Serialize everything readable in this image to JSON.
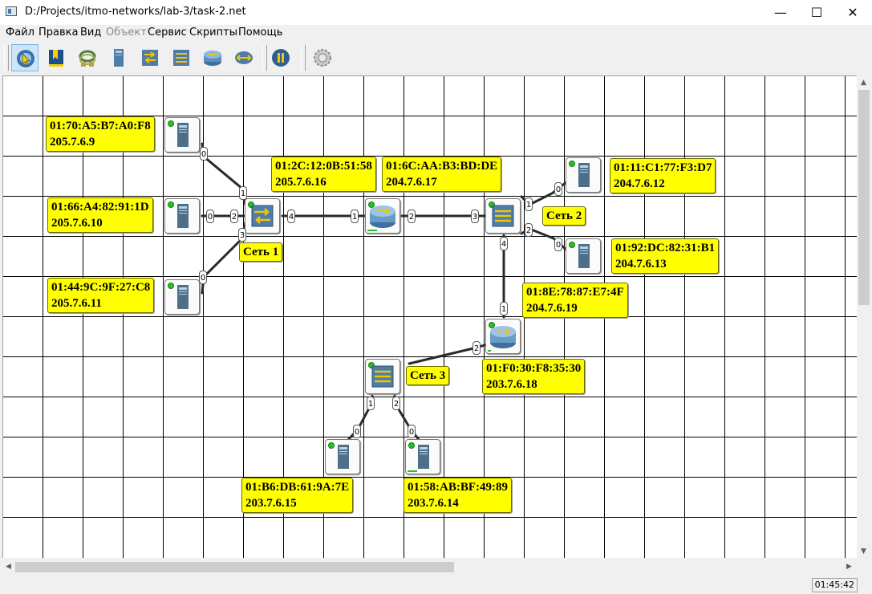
{
  "window": {
    "title": "D:/Projects/itmo-networks/lab-3/task-2.net",
    "minimize": "—",
    "maximize": "☐",
    "close": "✕"
  },
  "menu": [
    "Файл",
    "Правка",
    "Вид",
    "Объект",
    "Сервис",
    "Скрипты",
    "Помощь"
  ],
  "toolbar": {
    "tools": [
      {
        "name": "select-tool",
        "icon": "pointer-icon"
      },
      {
        "name": "note-tool",
        "icon": "bookmark-icon"
      },
      {
        "name": "cable-tool",
        "icon": "cable-icon"
      },
      {
        "name": "computer-tool",
        "icon": "computer-icon"
      },
      {
        "name": "switch-tool",
        "icon": "switch-icon"
      },
      {
        "name": "hub-tool",
        "icon": "hub-icon"
      },
      {
        "name": "router-tool",
        "icon": "router-icon"
      },
      {
        "name": "bus-tool",
        "icon": "bus-icon"
      },
      {
        "name": "pause-tool",
        "icon": "pause-icon"
      },
      {
        "name": "settings-tool",
        "icon": "gear-icon"
      }
    ]
  },
  "nodes": [
    {
      "id": "pc1",
      "type": "computer",
      "mac": "01:70:A5:B7:A0:F8",
      "ip": "205.7.6.9"
    },
    {
      "id": "pc2",
      "type": "computer",
      "mac": "01:66:A4:82:91:1D",
      "ip": "205.7.6.10"
    },
    {
      "id": "pc3",
      "type": "computer",
      "mac": "01:44:9C:9F:27:C8",
      "ip": "205.7.6.11"
    },
    {
      "id": "sw1",
      "type": "switch",
      "name": "Сеть 1"
    },
    {
      "id": "r1",
      "type": "router",
      "mac1": "01:2C:12:0B:51:58",
      "ip1": "205.7.6.16",
      "mac2": "01:6C:AA:B3:BD:DE",
      "ip2": "204.7.6.17"
    },
    {
      "id": "sw2",
      "type": "hub",
      "name": "Сеть 2"
    },
    {
      "id": "pc4",
      "type": "computer",
      "mac": "01:11:C1:77:F3:D7",
      "ip": "204.7.6.12"
    },
    {
      "id": "pc5",
      "type": "computer",
      "mac": "01:92:DC:82:31:B1",
      "ip": "204.7.6.13"
    },
    {
      "id": "r2",
      "type": "router",
      "mac1": "01:8E:78:87:E7:4F",
      "ip1": "204.7.6.19",
      "mac2": "01:F0:30:F8:35:30",
      "ip2": "203.7.6.18"
    },
    {
      "id": "sw3",
      "type": "hub",
      "name": "Сеть 3"
    },
    {
      "id": "pc6",
      "type": "computer",
      "mac": "01:B6:DB:61:9A:7E",
      "ip": "203.7.6.15"
    },
    {
      "id": "pc7",
      "type": "computer",
      "mac": "01:58:AB:BF:49:89",
      "ip": "203.7.6.14"
    }
  ],
  "ports": [
    "0",
    "1",
    "0",
    "2",
    "3",
    "0",
    "4",
    "1",
    "2",
    "3",
    "1",
    "0",
    "2",
    "0",
    "4",
    "1",
    "2",
    "1",
    "0",
    "2",
    "0"
  ],
  "status": {
    "time": "01:45:42"
  }
}
